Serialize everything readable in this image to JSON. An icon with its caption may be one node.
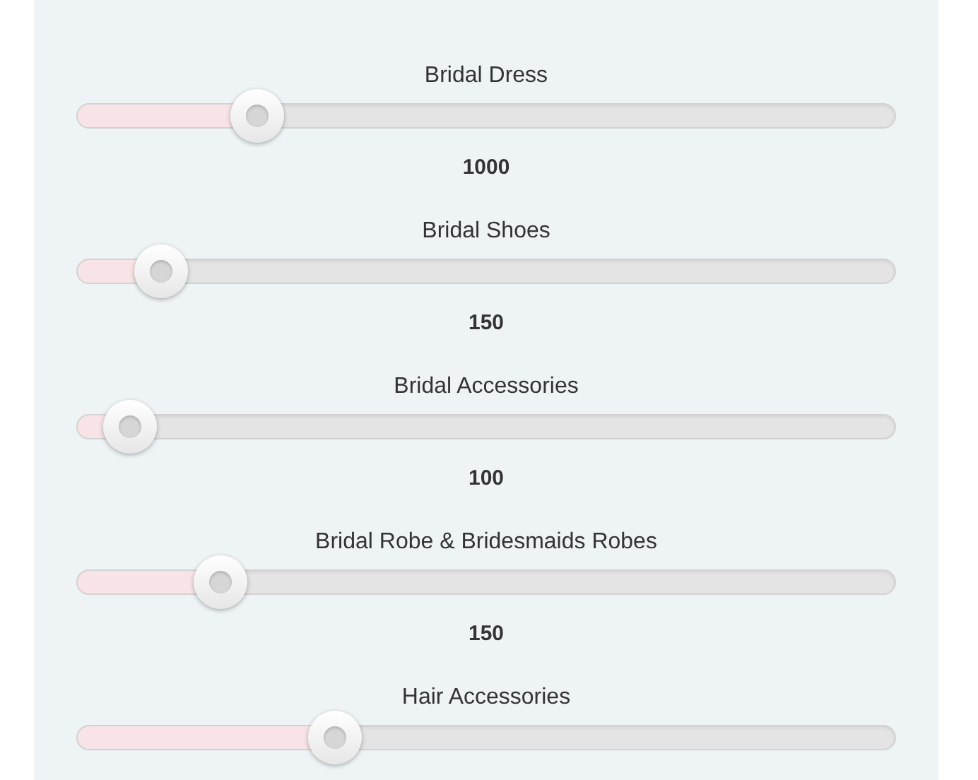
{
  "diagram": {
    "labels": [
      "Bridal Dress",
      "1000",
      "Bridal Shoes",
      "150",
      "Bridal Accessories",
      "100",
      "Bridal Robe & Bridesmaids Robes",
      "150",
      "Hair Accessories"
    ]
  }
}
